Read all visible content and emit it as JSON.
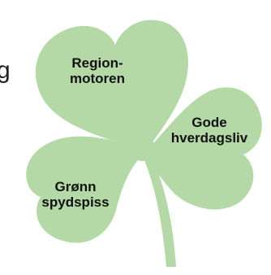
{
  "colors": {
    "leaf": "#b4d8a6",
    "text": "#111111"
  },
  "edge_text": "g",
  "leaves": {
    "top": {
      "line1": "Region-",
      "line2": "motoren"
    },
    "right": {
      "line1": "Gode",
      "line2": "hverdagsliv"
    },
    "left": {
      "line1": "Grønn",
      "line2": "spydspiss"
    }
  }
}
